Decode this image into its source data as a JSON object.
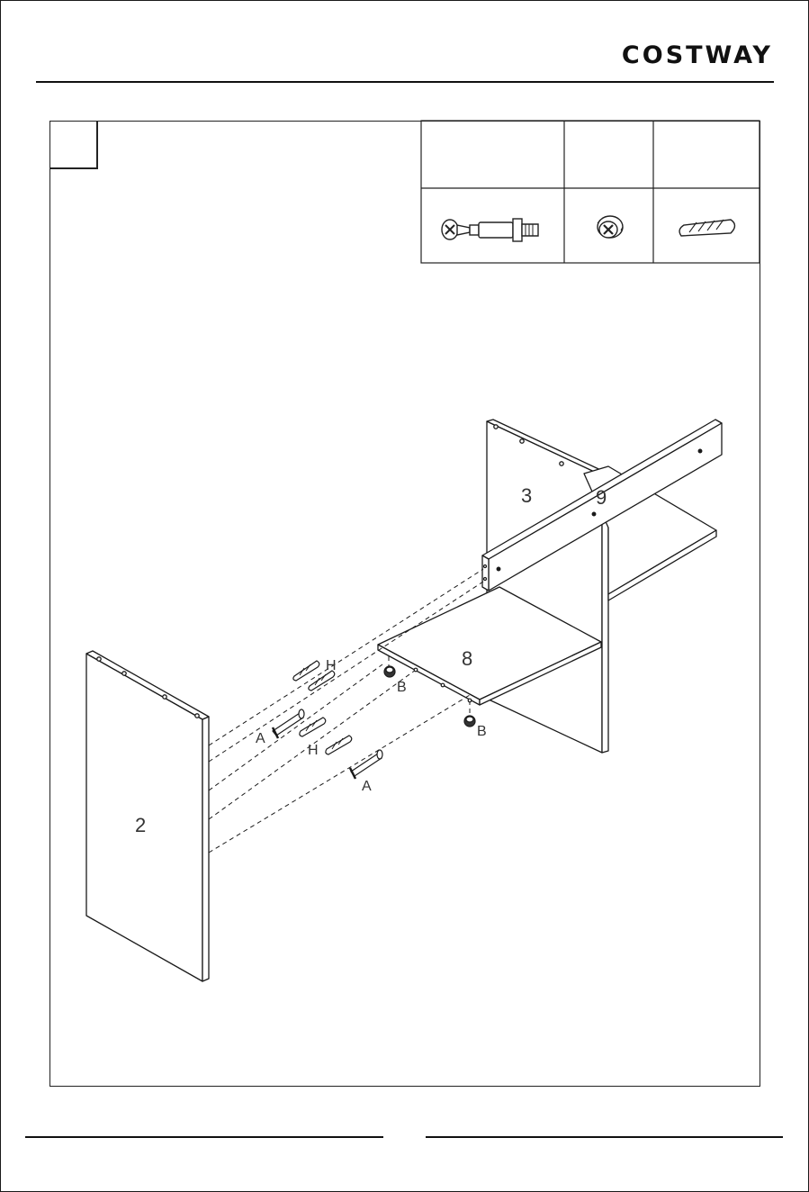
{
  "header": {
    "brand": "COSTWAY"
  },
  "diagram": {
    "parts": {
      "side_panel": "2",
      "back_panel": "3",
      "rail": "9",
      "shelf": "8"
    },
    "hardware_callouts": {
      "cam_bolt_1": "A",
      "cam_bolt_2": "A",
      "cam_lock_1": "B",
      "cam_lock_2": "B",
      "dowel_1": "H",
      "dowel_2": "H"
    }
  },
  "hardware_table": {
    "icons": [
      "cam-bolt-icon",
      "cam-lock-icon",
      "wooden-dowel-icon"
    ]
  },
  "colors": {
    "line": "#1a1a1a",
    "label": "#333333"
  }
}
